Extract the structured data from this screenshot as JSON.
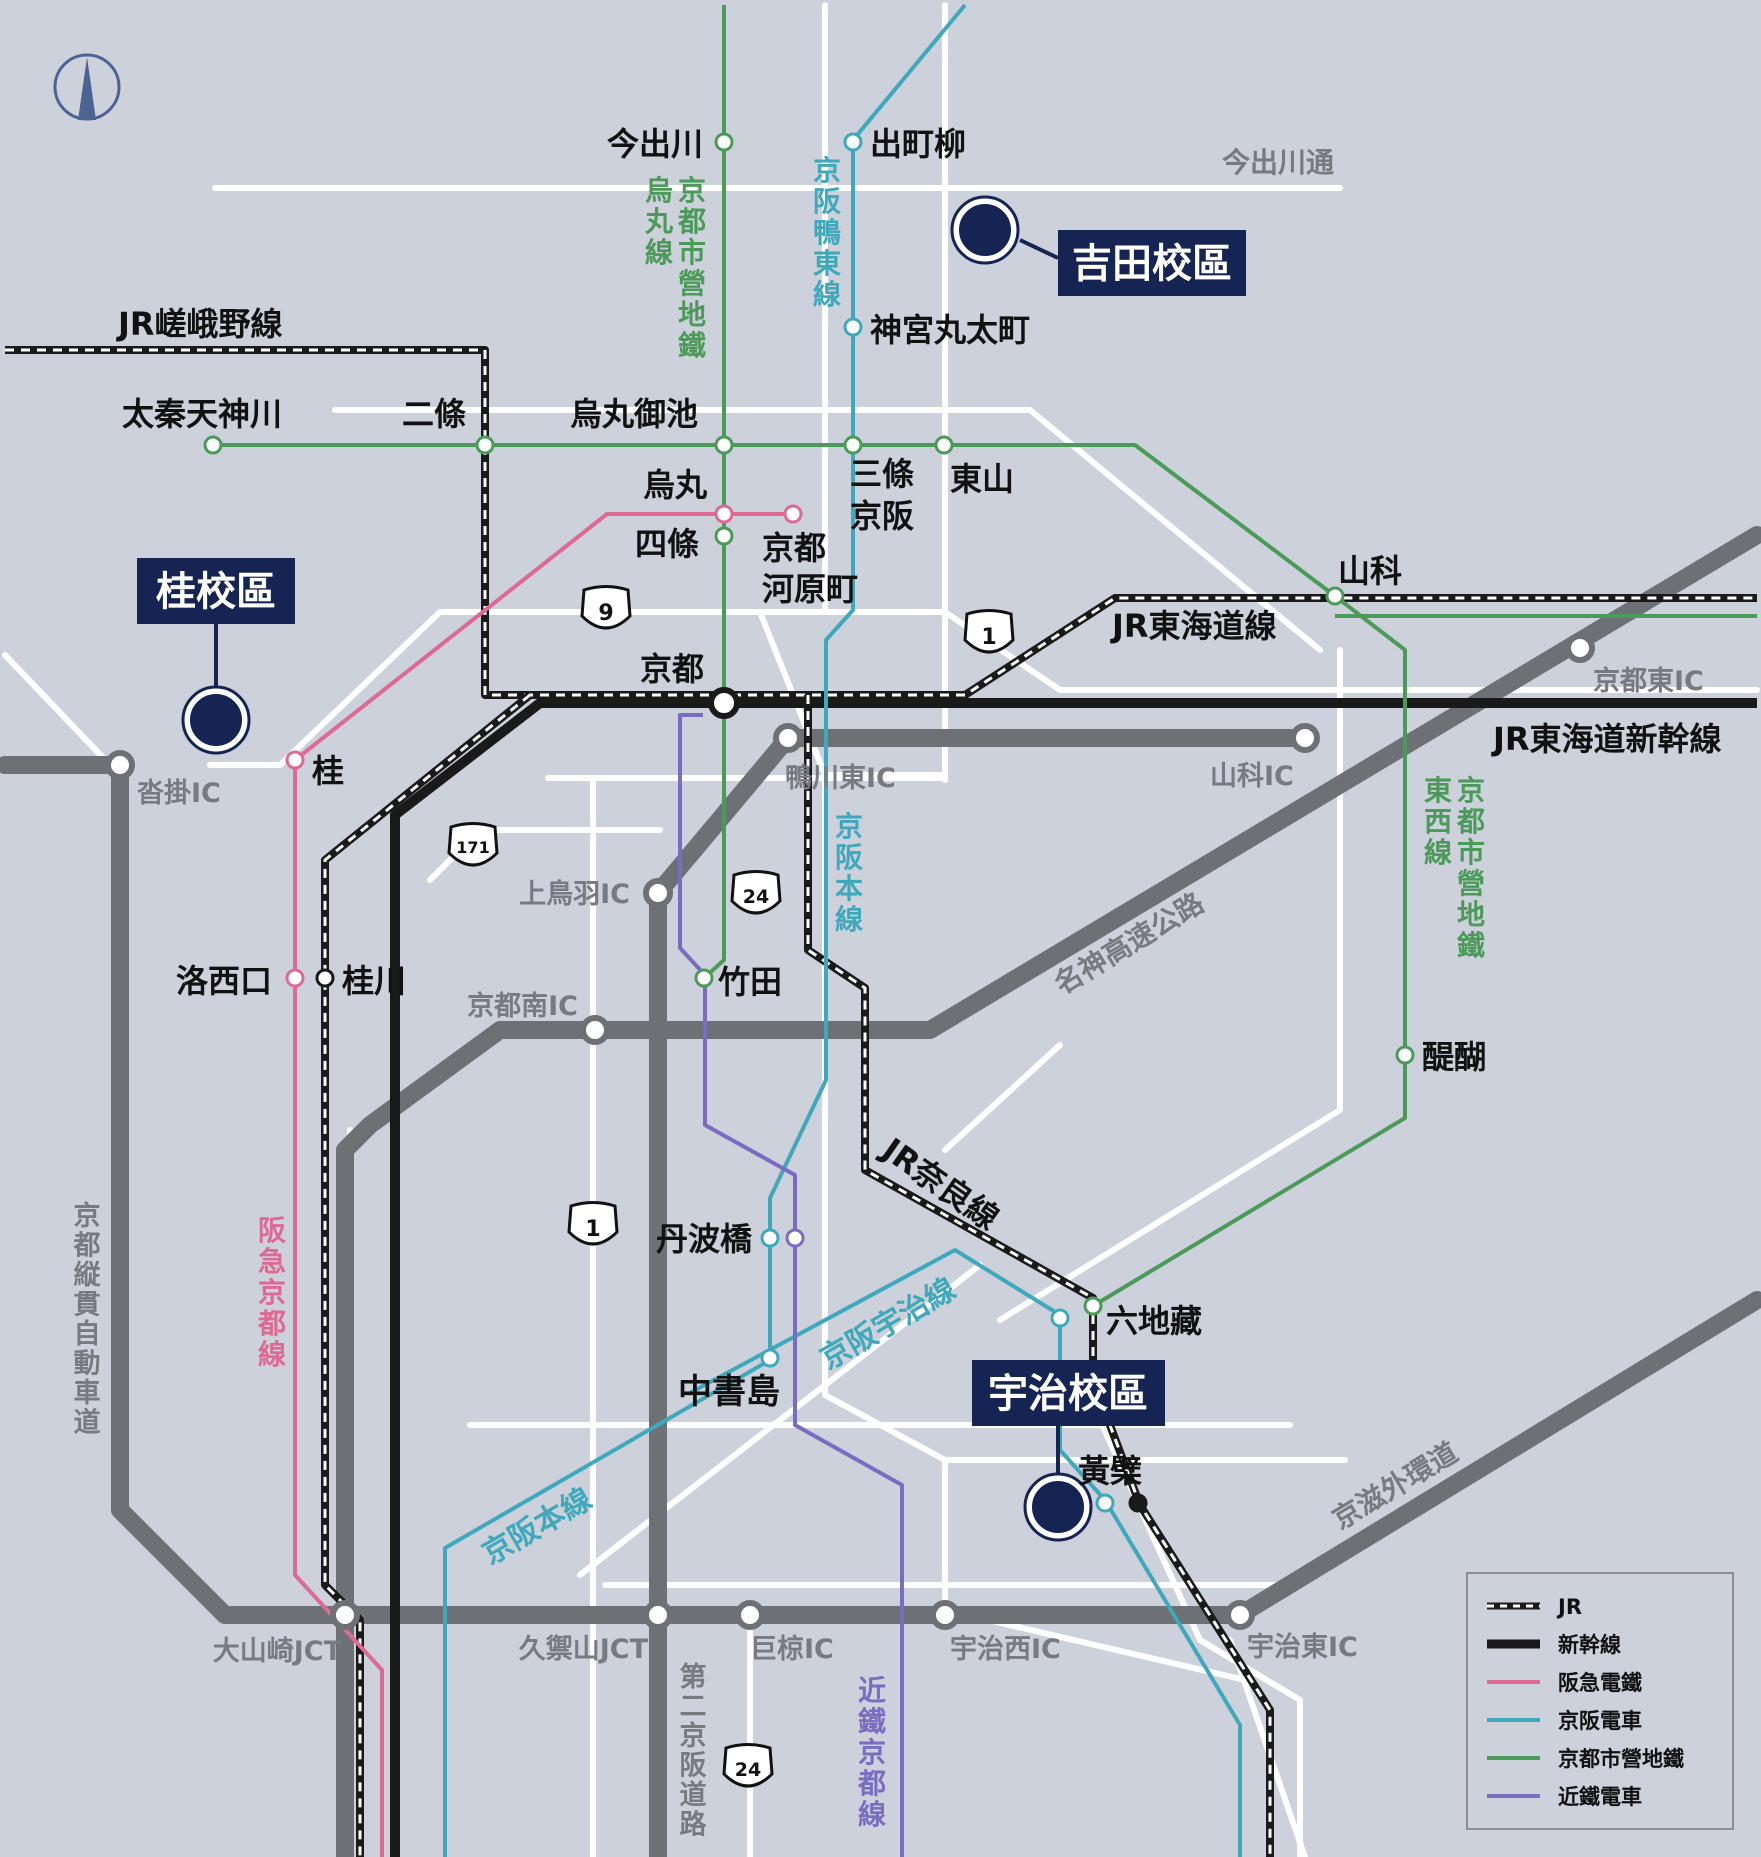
{
  "colors": {
    "background": "#cdd1db",
    "highway": "#6d7075",
    "road": "#ffffff",
    "shinkansen": "#1a1a1a",
    "jr": "#1a1a1a",
    "hankyu": "#dd6a94",
    "keihan": "#3fa9bb",
    "subway": "#4c9a59",
    "kintetsu": "#7a6cc0",
    "campus": "#152452"
  },
  "campuses": {
    "yoshida": "吉田校區",
    "katsura": "桂校區",
    "uji": "宇治校區"
  },
  "stations": {
    "imadegawa": "今出川",
    "demachiyanagi": "出町柳",
    "jingu_marutamachi": "神宮丸太町",
    "uzumasa_tenjingawa": "太秦天神川",
    "nijo": "二條",
    "karasuma_oike": "烏丸御池",
    "sanjo_keihan": "三條\n京阪",
    "higashiyama": "東山",
    "karasuma": "烏丸",
    "shijo": "四條",
    "kyoto_kawaramachi": "京都\n河原町",
    "yamashina": "山科",
    "kyoto": "京都",
    "katsura": "桂",
    "rakusaiguchi": "洛西口",
    "katsuragawa": "桂川",
    "takeda": "竹田",
    "daigo": "醍醐",
    "tambabashi": "丹波橋",
    "rokujizo": "六地藏",
    "chushojima": "中書島",
    "obaku": "黃檗"
  },
  "lines": {
    "jr_sagano": "JR嵯峨野線",
    "jr_tokaido": "JR東海道線",
    "jr_tokaido_shinkansen": "JR東海道新幹線",
    "jr_nara": "JR奈良線",
    "subway_karasuma": "京都市營地鐵\n烏丸線",
    "subway_tozai": "京都市營地鐵\n東西線",
    "keihan_oto": "京阪鴨東線",
    "keihan_main_north": "京阪本線",
    "keihan_main_south": "京阪本線",
    "keihan_uji": "京阪宇治線",
    "hankyu_kyoto": "阪急京都線",
    "kintetsu_kyoto": "近鐵京都線"
  },
  "roads": {
    "imadegawa_dori": "今出川通",
    "meishin": "名神高速公路",
    "keiji_bypass": "京滋外環道",
    "kyoto_jukan": "京都縦貫自動車道",
    "second_keihan": "第二京阪道路"
  },
  "interchanges": {
    "kutsukake": "沓掛IC",
    "kamogawa_higashi": "鴨川東IC",
    "yamashina_ic": "山科IC",
    "kyoto_higashi": "京都東IC",
    "kamitoba": "上鳥羽IC",
    "kyoto_minami": "京都南IC",
    "oyamazaki": "大山崎JCT",
    "kumiyama": "久禦山JCT",
    "ogura": "巨椋IC",
    "uji_nishi": "宇治西IC",
    "uji_higashi": "宇治東IC"
  },
  "route_shields": {
    "r9": "9",
    "r1_north": "1",
    "r171": "171",
    "r24_north": "24",
    "r1_south": "1",
    "r24_south": "24"
  },
  "legend": [
    {
      "label": "JR",
      "style": "jr"
    },
    {
      "label": "新幹線",
      "style": "shinkansen"
    },
    {
      "label": "阪急電鐵",
      "style": "hankyu"
    },
    {
      "label": "京阪電車",
      "style": "keihan"
    },
    {
      "label": "京都市營地鐵",
      "style": "subway"
    },
    {
      "label": "近鐵電車",
      "style": "kintetsu"
    }
  ]
}
